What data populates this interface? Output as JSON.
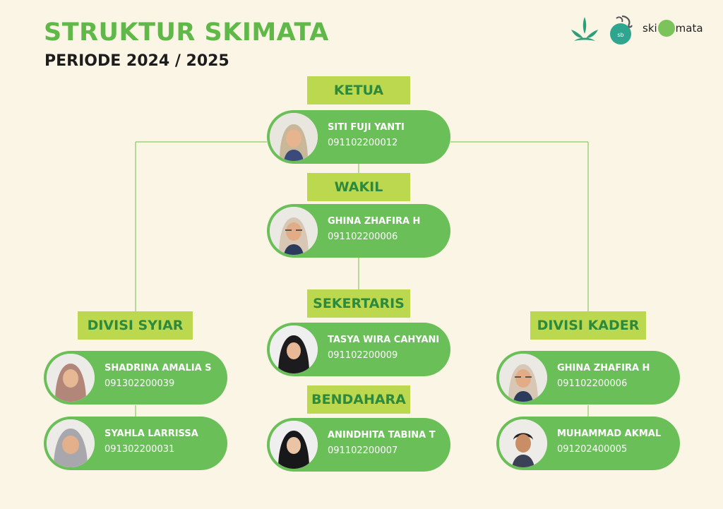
{
  "header": {
    "title": "STRUKTUR SKIMATA",
    "subtitle": "PERIODE 2024 / 2025"
  },
  "logos": [
    {
      "icon": "lotus-logo-icon"
    },
    {
      "icon": "round-emblem-logo-icon",
      "text": "sb"
    },
    {
      "icon": "skimata-wordmark-icon",
      "text_left": "ski",
      "text_right": "mata"
    }
  ],
  "colors": {
    "title_green": "#5fb848",
    "card_green": "#6bbf59",
    "role_bar": "#bcd84f",
    "role_text": "#2b8a3e",
    "connector": "#9fd27a",
    "background": "#faf5e4"
  },
  "roles": {
    "ketua": "KETUA",
    "wakil": "WAKIL",
    "sekretaris": "SEKERTARIS",
    "bendahara": "BENDAHARA",
    "divisi_syiar": "DIVISI SYIAR",
    "divisi_kader": "DIVISI KADER"
  },
  "members": {
    "ketua": {
      "name": "SITI FUJI YANTI",
      "nim": "091102200012"
    },
    "wakil": {
      "name": "GHINA ZHAFIRA H",
      "nim": "091102200006"
    },
    "sekretaris": {
      "name": "TASYA WIRA CAHYANI",
      "nim": "091102200009"
    },
    "bendahara": {
      "name": "ANINDHITA TABINA T",
      "nim": "091102200007"
    },
    "syiar_1": {
      "name": "SHADRINA AMALIA S",
      "nim": "091302200039"
    },
    "syiar_2": {
      "name": "SYAHLA LARRISSA",
      "nim": "091302200031"
    },
    "kader_1": {
      "name": "GHINA ZHAFIRA H",
      "nim": "091102200006"
    },
    "kader_2": {
      "name": "MUHAMMAD AKMAL",
      "nim": "091202400005"
    }
  }
}
